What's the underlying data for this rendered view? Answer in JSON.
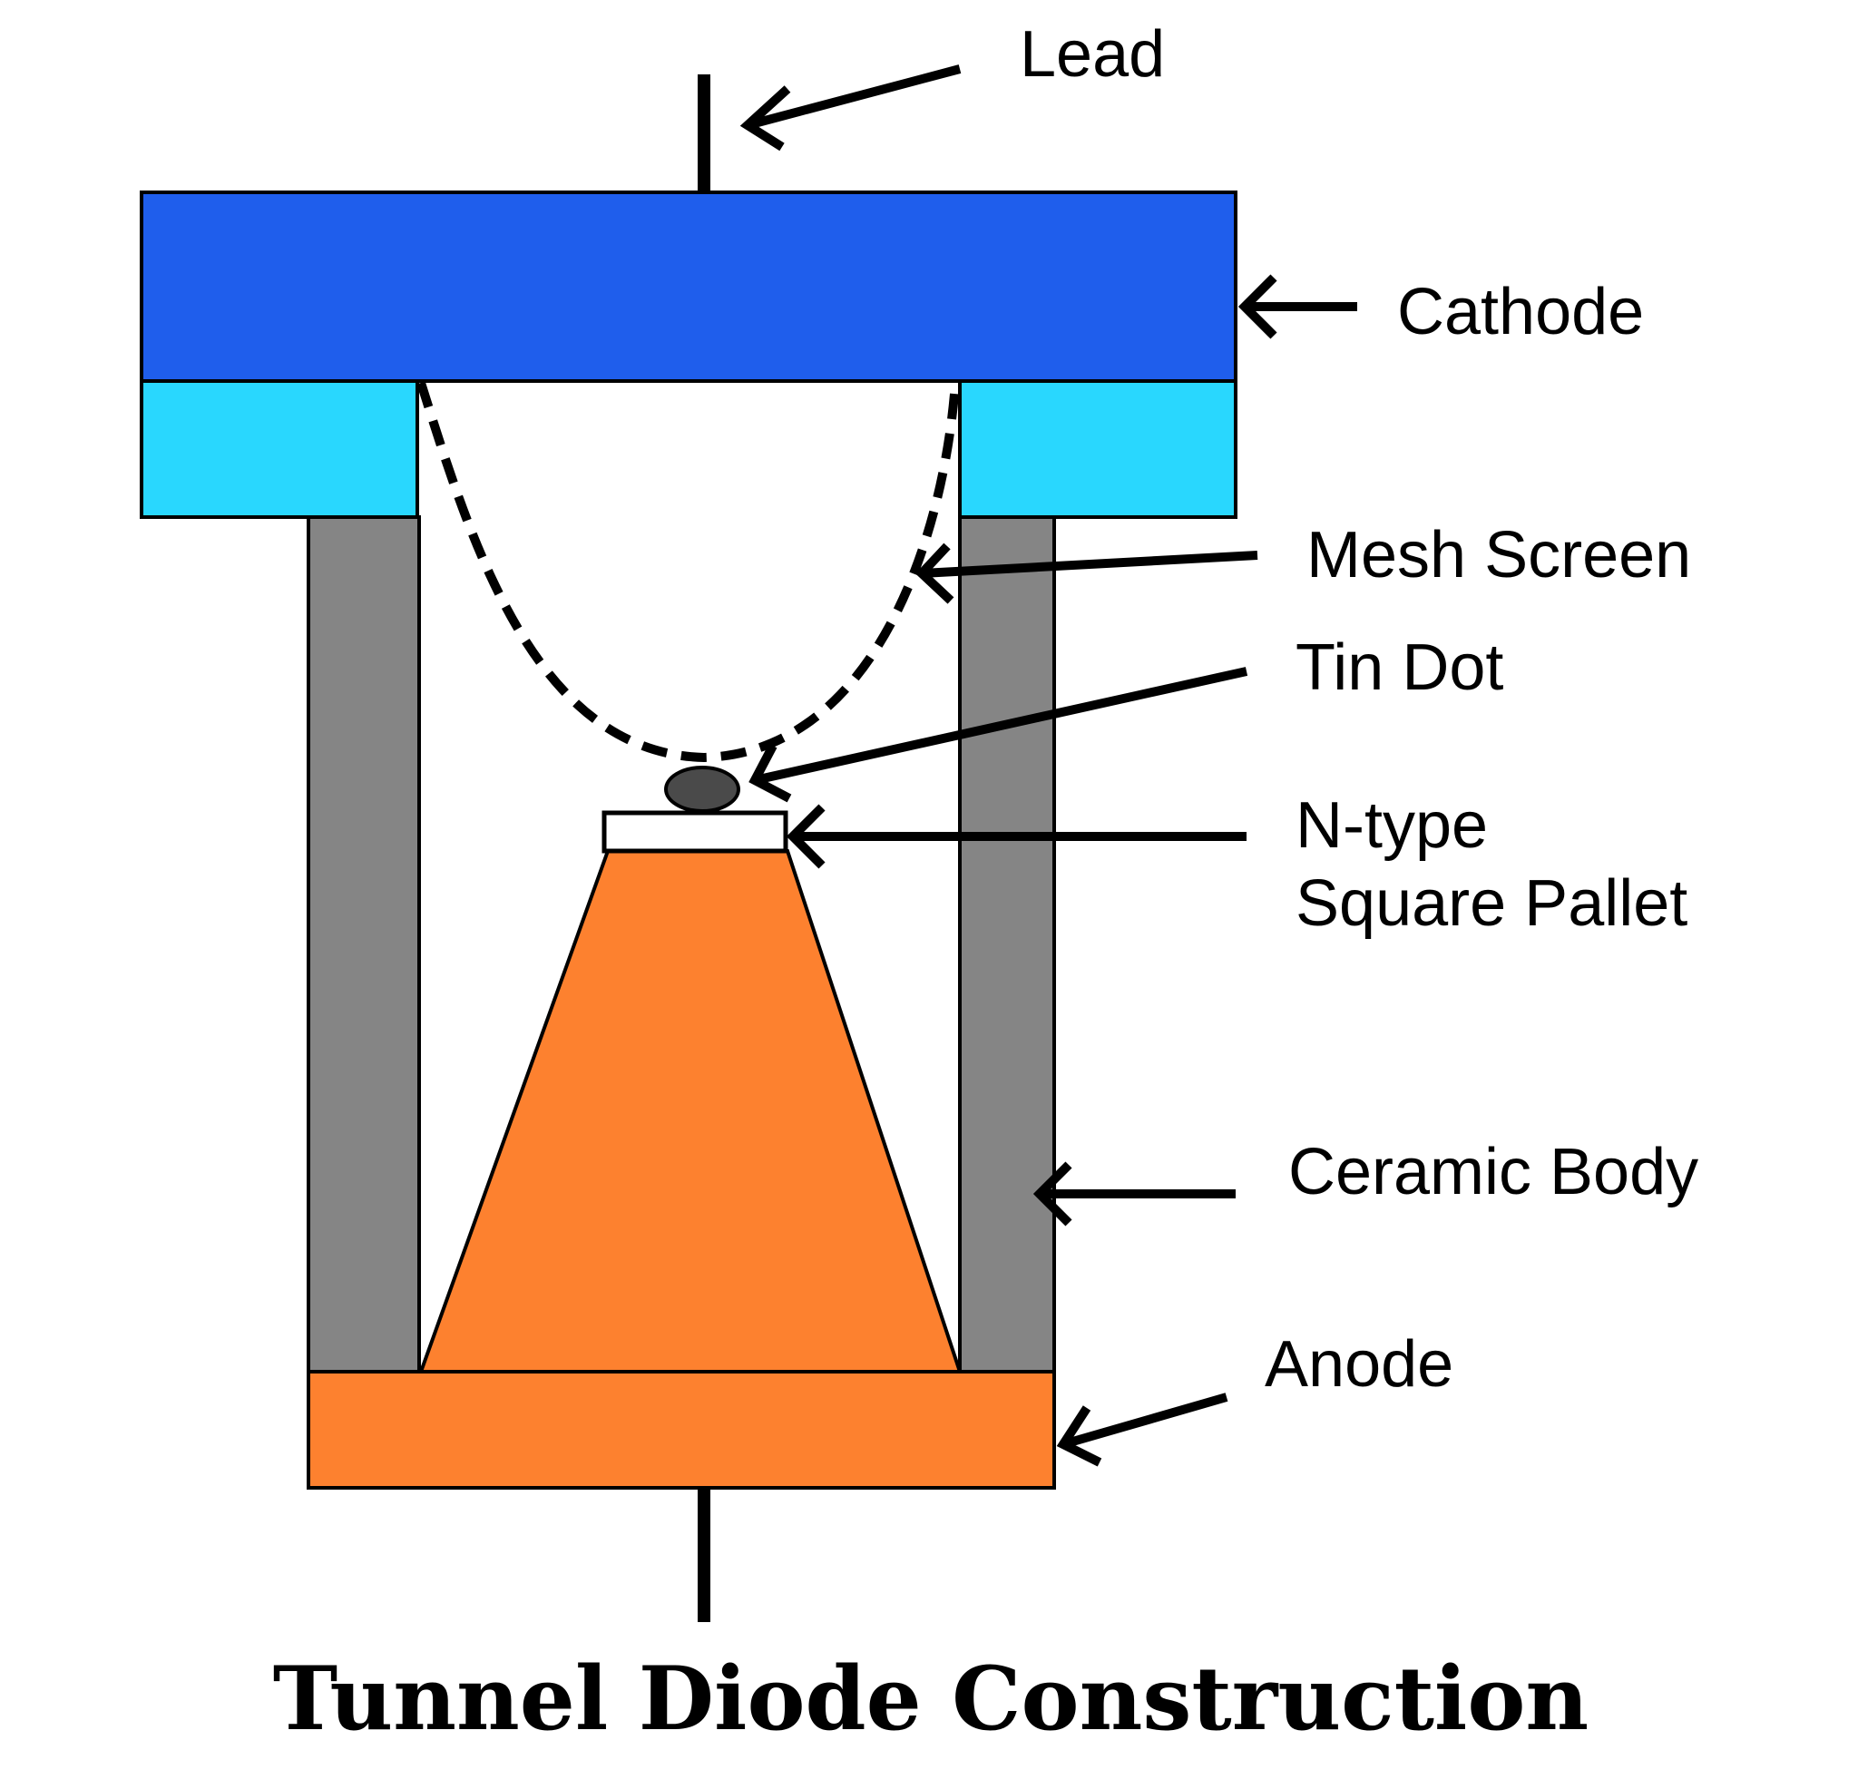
{
  "title": "Tunnel Diode Construction",
  "labels": {
    "lead": "Lead",
    "cathode": "Cathode",
    "mesh_screen": "Mesh Screen",
    "tin_dot": "Tin Dot",
    "n_type_line1": "N-type",
    "n_type_line2": "Square Pallet",
    "ceramic_body": "Ceramic Body",
    "anode": "Anode"
  },
  "colors": {
    "cathode": "#1f5eec",
    "cathode_supports": "#29d7fe",
    "ceramic_body": "#858585",
    "anode": "#fd812f",
    "tin_dot": "#4a4a4a",
    "pallet": "#ffffff",
    "outline": "#000000"
  }
}
